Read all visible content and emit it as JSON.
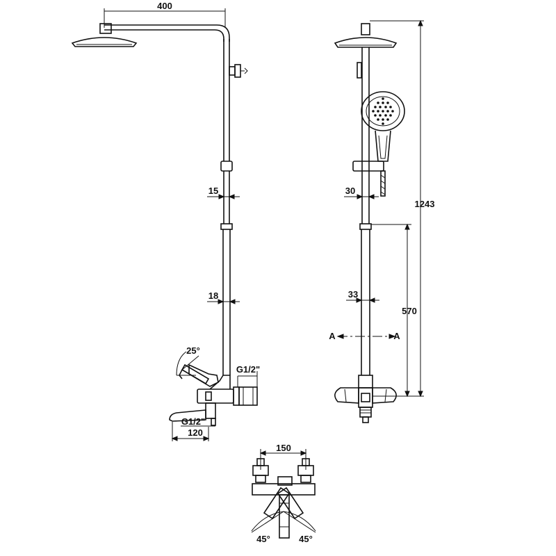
{
  "dimensions": {
    "arm_length": "400",
    "height_total": "1243",
    "height_mixer": "570",
    "tube_upper_side": "15",
    "tube_lower_side": "18",
    "tube_upper_front": "30",
    "tube_lower_front": "33",
    "lever_angle": "25°",
    "inlet_thread": "G1/2\"",
    "spout_thread": "G1/2\"",
    "spout_length": "120",
    "inlet_spacing": "150",
    "handle_angle_left": "45°",
    "handle_angle_right": "45°"
  },
  "section": {
    "left_label": "A",
    "right_label": "A"
  }
}
